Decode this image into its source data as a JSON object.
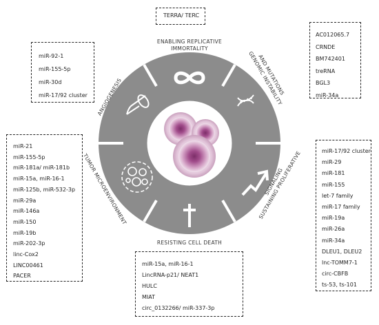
{
  "box_top": {
    "items": [
      "TERRA/ TERC"
    ]
  },
  "box_upper_left": {
    "items": [
      "miR-92-1",
      "miR-155-5p",
      "miR-30d",
      "miR-17/92 cluster"
    ]
  },
  "box_upper_right": {
    "items": [
      "AC012065.7",
      "CRNDE",
      "BM742401",
      "treRNA",
      "BGL3",
      "miR-34a"
    ]
  },
  "box_left": {
    "items": [
      "miR-21",
      "miR-155-5p",
      "miR-181a/ miR-181b",
      "miR-15a, miR-16-1",
      "miR-125b, miR-532-3p",
      "miR-29a",
      "miR-146a",
      "miR-150",
      "miR-19b",
      "miR-202-3p",
      "linc-Cox2",
      "LINC00461",
      "PACER"
    ]
  },
  "box_right": {
    "items": [
      "miR-17/92 cluster",
      "miR-29",
      "miR-181",
      "miR-155",
      "let-7 family",
      "miR-17 family",
      "miR-19a",
      "miR-26a",
      "miR-34a",
      "DLEU1, DLEU2",
      "lnc-TOMM7-1",
      "circ-CBFB",
      "ts-53, ts-101"
    ]
  },
  "box_bottom": {
    "items": [
      "miR-15a, miR-16-1",
      "LincRNA-p21/ NEAT1",
      "HULC",
      "MIAT",
      "circ_0132266/ miR-337-3p"
    ]
  },
  "hallmarks": {
    "replicative_line1": "ENABLING REPLICATIVE",
    "replicative_line2": "IMMORTALITY",
    "genomic_line1": "GENOMIC INSTABILITY",
    "genomic_line2": "AND MUTATIONS",
    "proliferative_line1": "SUSTAINING PROLIFERATIVE",
    "proliferative_line2": "SIGNALING",
    "cell_death": "RESISTING CELL DEATH",
    "microenvironment": "TUMOR MICROENVIRONMENT",
    "angiogenesis": "ANGIOGENESIS"
  },
  "icons": {
    "replicative": "infinity-icon",
    "genomic": "dna-helix-icon",
    "proliferative": "arrow-up-right-icon",
    "cell_death": "cross-icon",
    "microenvironment": "cells-cluster-icon",
    "angiogenesis": "blood-vessel-icon"
  },
  "colors": {
    "ring": "#8c8c8c",
    "icon": "#ffffff",
    "cell_purple": "#a24d8c",
    "cell_light": "#ead6e5",
    "border": "#222222"
  }
}
